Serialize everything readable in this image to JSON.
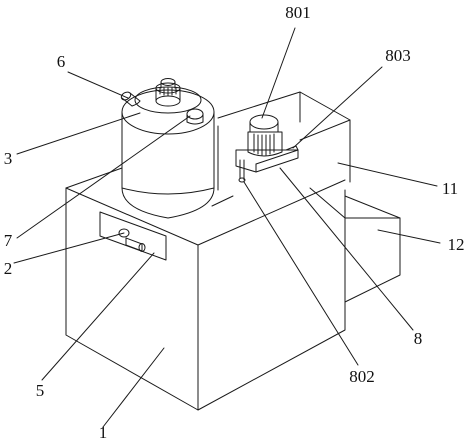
{
  "labels": {
    "l801": "801",
    "l6": "6",
    "l803": "803",
    "l3": "3",
    "l11": "11",
    "l7": "7",
    "l12": "12",
    "l2": "2",
    "l8": "8",
    "l5": "5",
    "l802": "802",
    "l1": "1"
  },
  "colors": {
    "stroke": "#1a1a1a",
    "background": "#ffffff",
    "text": "#111111"
  }
}
